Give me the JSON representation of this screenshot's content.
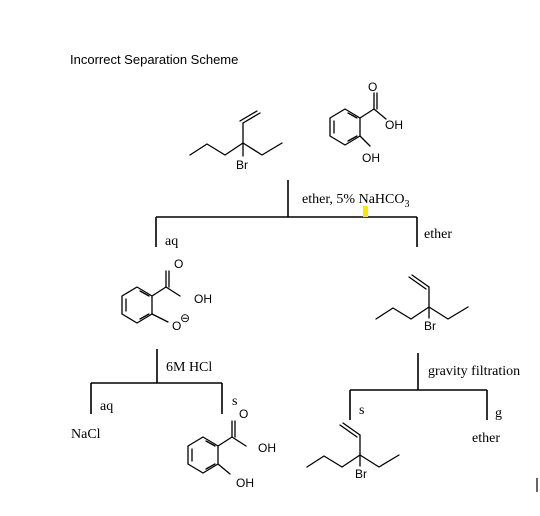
{
  "title": "Incorrect Separation Scheme",
  "step1": {
    "reagent": "ether, 5% NaHCO",
    "reagent_sub": "3",
    "left_label": "aq",
    "right_label": "ether"
  },
  "step2_left": {
    "reagent": "6M HCl",
    "left_label": "aq",
    "right_label": "s",
    "left_product": "NaCl"
  },
  "step2_right": {
    "reagent": "gravity filtration",
    "left_label": "s",
    "right_label": "g",
    "right_product": "ether"
  },
  "atoms": {
    "br": "Br",
    "oh": "OH",
    "o": "O",
    "minus": "⊖"
  },
  "colors": {
    "highlight": "#ffe600"
  }
}
